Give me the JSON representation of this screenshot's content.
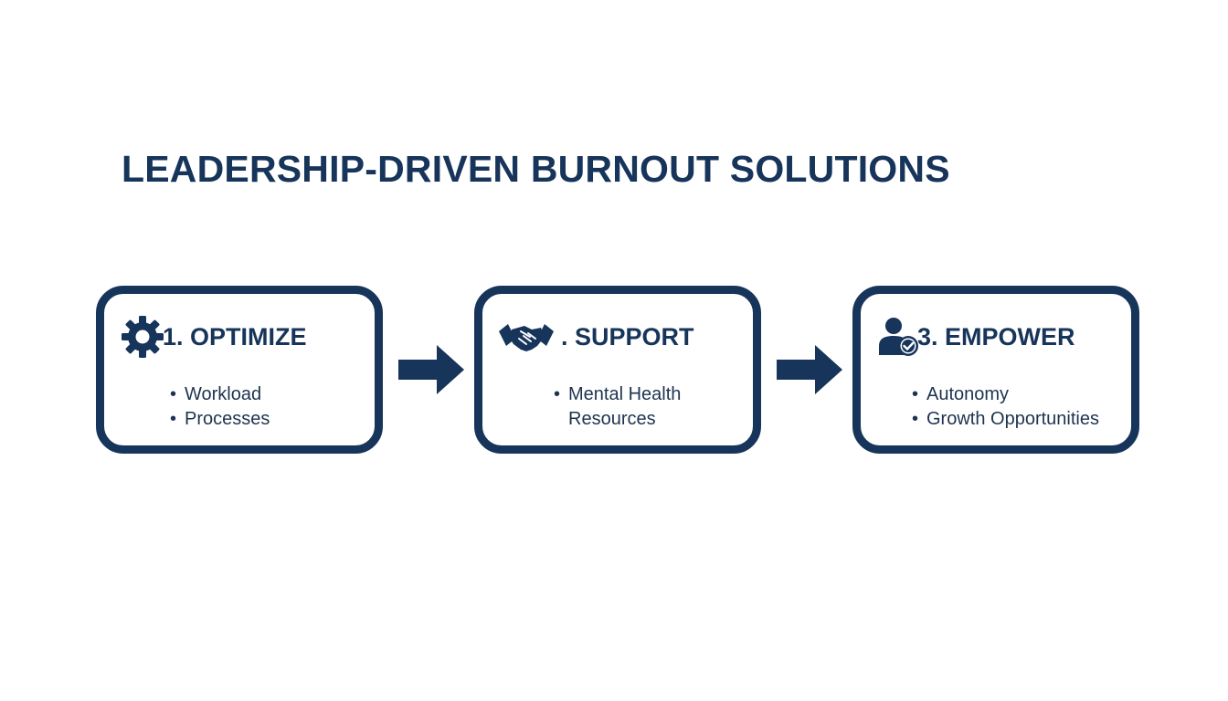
{
  "title": "LEADERSHIP-DRIVEN BURNOUT SOLUTIONS",
  "colors": {
    "primary": "#17345a",
    "background": "#ffffff"
  },
  "steps": [
    {
      "title": "1. OPTIMIZE",
      "icon": "gear-icon",
      "items": [
        "Workload",
        "Processes"
      ]
    },
    {
      "title": ". SUPPORT",
      "icon": "handshake-icon",
      "items": [
        "Mental Health",
        "Resources"
      ]
    },
    {
      "title": "3. EMPOWER",
      "icon": "user-check-icon",
      "items": [
        "Autonomy",
        "Growth Opportunities"
      ]
    }
  ],
  "connectors": [
    "arrow-right-icon",
    "arrow-right-icon"
  ]
}
